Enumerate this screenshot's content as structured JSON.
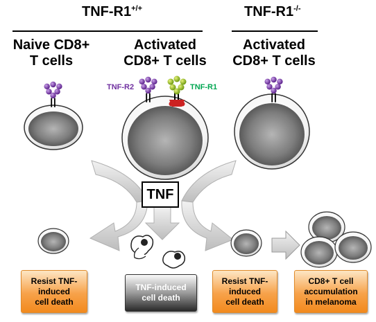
{
  "header": {
    "wild_type_base": "TNF-R1",
    "wild_type_sup": "+/+",
    "knockout_base": "TNF-R1",
    "knockout_sup": "-/-"
  },
  "columns": {
    "naive": {
      "line1": "Naive CD8+",
      "line2": "T cells"
    },
    "activated_wt": {
      "line1": "Activated",
      "line2": "CD8+ T cells"
    },
    "activated_ko": {
      "line1": "Activated",
      "line2": "CD8+ T cells"
    }
  },
  "receptor_labels": {
    "tnfr2": "TNF-R2",
    "tnfr1": "TNF-R1"
  },
  "center_label": "TNF",
  "outcomes": {
    "naive_resist": {
      "line1": "Resist TNF-",
      "line2": "induced",
      "line3": "cell death"
    },
    "tnf_death": {
      "line1": "TNF-induced",
      "line2": "cell death"
    },
    "ko_resist": {
      "line1": "Resist TNF-",
      "line2": "induced",
      "line3": "cell death"
    },
    "accumulation": {
      "line1": "CD8+ T cell",
      "line2": "accumulation",
      "line3": "in melanoma"
    }
  },
  "colors": {
    "tnfr2": "#7030a0",
    "tnfr1": "#00a651",
    "tnfr1_ball": "#99bb22",
    "tnfr1_base": "#cc2222",
    "outcome_orange": "#f7a24a",
    "outcome_gray": "#666666",
    "arrow_gray": "#cccccc"
  },
  "icons": {
    "receptor_r2": "purple-receptor-icon",
    "receptor_r1": "green-red-receptor-icon",
    "dead_cell": "dead-cell-icon"
  }
}
